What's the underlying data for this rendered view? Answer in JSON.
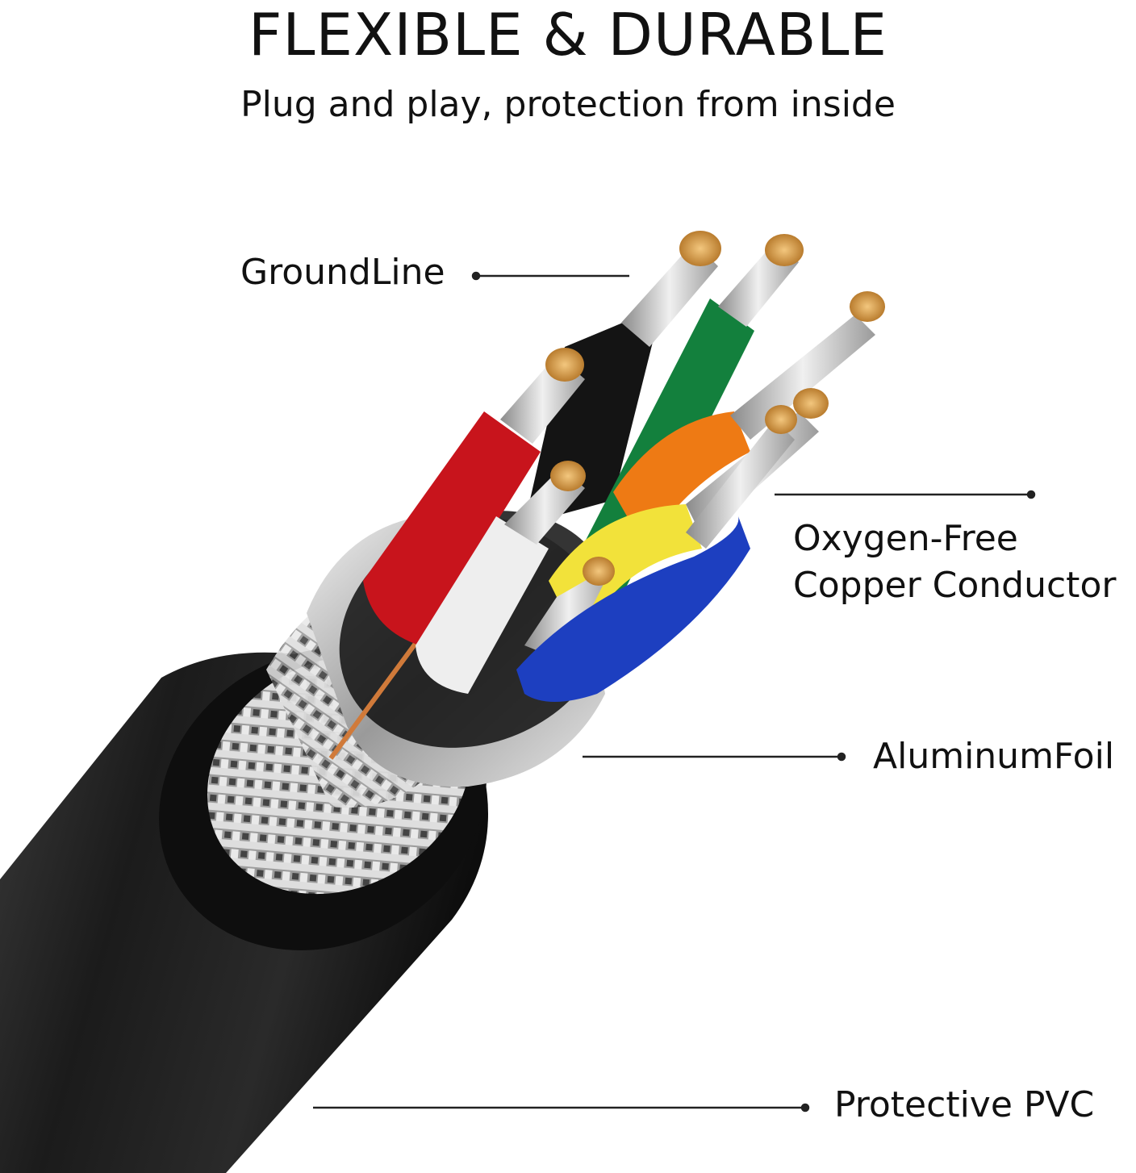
{
  "title": "FLEXIBLE & DURABLE",
  "subtitle": "Plug and play, protection from inside",
  "labels": {
    "ground_line": "GroundLine",
    "copper_line1": "Oxygen-Free",
    "copper_line2": "Copper Conductor",
    "aluminum_foil": "AluminumFoil",
    "protective_pvc": "Protective PVC"
  },
  "colors": {
    "jacket": "#1a1a1a",
    "braid": "#b8b8b8",
    "foil": "#cfd2d4",
    "wire_black": "#151515",
    "wire_green": "#13803d",
    "wire_red": "#c8141c",
    "wire_white": "#eeeeee",
    "wire_orange": "#ee7a14",
    "wire_yellow": "#f2e23a",
    "wire_blue": "#1d3fc0",
    "copper": "#d9a75a"
  }
}
